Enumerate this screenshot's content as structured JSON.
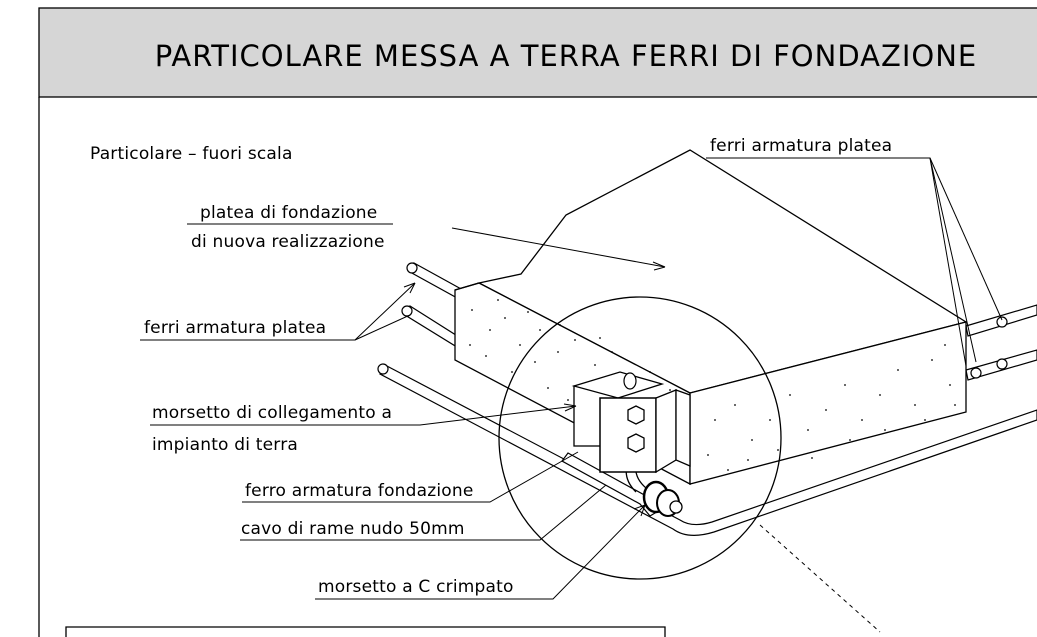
{
  "title": "PARTICOLARE MESSA A TERRA FERRI DI FONDAZIONE",
  "colors": {
    "title_band": "#d6d6d6",
    "ink": "#000000",
    "paper": "#ffffff"
  },
  "labels": {
    "scale_note": "Particolare – fuori scala",
    "platea_line1": "platea di fondazione",
    "platea_line2": "di nuova realizzazione",
    "ferri_platea_left": "ferri armatura platea",
    "ferri_platea_right": "ferri armatura platea",
    "morsetto_line1": "morsetto di collegamento a",
    "morsetto_line2": "impianto di terra",
    "ferro_fondazione": "ferro armatura fondazione",
    "cavo_rame": "cavo di rame nudo 50mm",
    "morsetto_c": "morsetto a C crimpato"
  }
}
